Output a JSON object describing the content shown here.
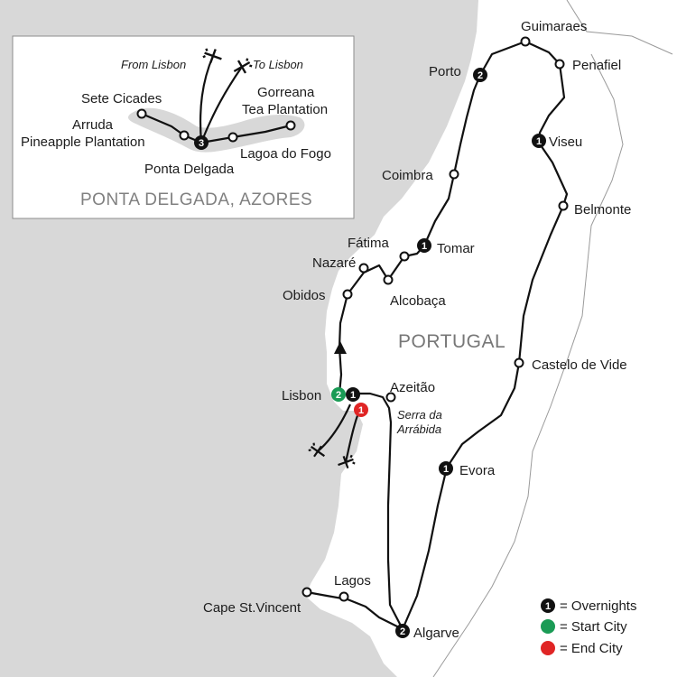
{
  "colors": {
    "sea": "#d8d8d8",
    "land": "#ffffff",
    "border": "#9a9a9a",
    "route": "#111111",
    "start": "#1a9b55",
    "end": "#e02525",
    "overnight": "#111111"
  },
  "country_label": "PORTUGAL",
  "inset": {
    "title": "PONTA DELGADA, AZORES"
  },
  "flights": {
    "from": "From Lisbon",
    "to": "To Lisbon"
  },
  "cities": {
    "guimaraes": "Guimaraes",
    "porto": "Porto",
    "penafiel": "Penafiel",
    "viseu": "Viseu",
    "coimbra": "Coimbra",
    "belmonte": "Belmonte",
    "fatima": "Fátima",
    "tomar": "Tomar",
    "nazare": "Nazaré",
    "alcobaca": "Alcobaça",
    "obidos": "Obidos",
    "castelo": "Castelo de Vide",
    "lisbon": "Lisbon",
    "azeitao": "Azeitão",
    "serra1": "Serra da",
    "serra2": "Arrábida",
    "evora": "Evora",
    "lagos": "Lagos",
    "cape": "Cape St.Vincent",
    "algarve": "Algarve",
    "sete": "Sete Cicades",
    "arruda1": "Arruda",
    "arruda2": "Pineapple Plantation",
    "gorreana1": "Gorreana",
    "gorreana2": "Tea Plantation",
    "lagoa": "Lagoa do Fogo",
    "ponta": "Ponta Delgada"
  },
  "overnights": {
    "porto": "2",
    "viseu": "1",
    "tomar": "1",
    "lisbon_start": "2",
    "lisbon": "1",
    "lisbon_end": "1",
    "evora": "1",
    "algarve": "2",
    "ponta": "3"
  },
  "legend": {
    "overnights": "= Overnights",
    "start": "= Start City",
    "end": "= End City",
    "badge": "1"
  }
}
